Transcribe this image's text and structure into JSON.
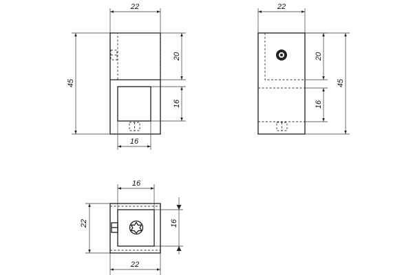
{
  "views": {
    "front": {
      "dim_width_top": "22",
      "dim_height_total": "45",
      "dim_upper_height": "20",
      "dim_lower_height": "16",
      "dim_opening_width": "16"
    },
    "side": {
      "dim_width_top": "22",
      "dim_upper_height": "20",
      "dim_height_total": "45",
      "dim_lower_height": "16"
    },
    "top": {
      "dim_opening_width": "16",
      "dim_depth": "22",
      "dim_inner_height": "16",
      "dim_width_bottom": "22"
    }
  }
}
